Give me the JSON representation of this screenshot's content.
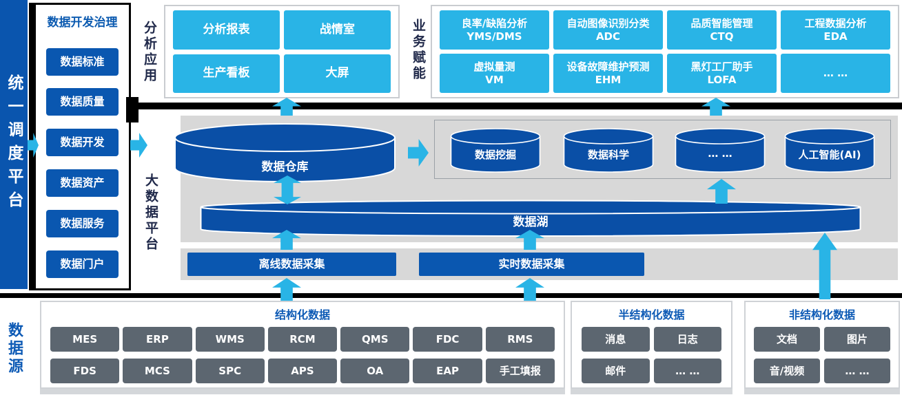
{
  "scheduler": {
    "label": "统一调度平台"
  },
  "governance": {
    "title": "数据开发治理",
    "items": [
      "数据标准",
      "数据质量",
      "数据开发",
      "数据资产",
      "数据服务",
      "数据门户"
    ]
  },
  "analytics": {
    "label": "分析应用",
    "items": [
      "分析报表",
      "战情室",
      "生产看板",
      "大屏"
    ]
  },
  "business": {
    "label": "业务赋能",
    "items": [
      {
        "name": "良率/缺陷分析",
        "code": "YMS/DMS"
      },
      {
        "name": "自动图像识别分类",
        "code": "ADC"
      },
      {
        "name": "品质智能管理",
        "code": "CTQ"
      },
      {
        "name": "工程数据分析",
        "code": "EDA"
      },
      {
        "name": "虚拟量测",
        "code": "VM"
      },
      {
        "name": "设备故障维护预测",
        "code": "EHM"
      },
      {
        "name": "黑灯工厂助手",
        "code": "LOFA"
      },
      {
        "name": "… …",
        "code": ""
      }
    ]
  },
  "platform": {
    "label": "大数据平台",
    "warehouse": "数据仓库",
    "lake": "数据湖",
    "services": [
      "数据挖掘",
      "数据科学",
      "… …",
      "人工智能(AI)"
    ],
    "collect_offline": "离线数据采集",
    "collect_realtime": "实时数据采集"
  },
  "sources": {
    "label": "数据源",
    "structured": {
      "title": "结构化数据",
      "row1": [
        "MES",
        "ERP",
        "WMS",
        "RCM",
        "QMS",
        "FDC",
        "RMS"
      ],
      "row2": [
        "FDS",
        "MCS",
        "SPC",
        "APS",
        "OA",
        "EAP",
        "手工填报"
      ]
    },
    "semi": {
      "title": "半结构化数据",
      "row1": [
        "消息",
        "日志"
      ],
      "row2": [
        "邮件",
        "… …"
      ]
    },
    "unstructured": {
      "title": "非结构化数据",
      "row1": [
        "文档",
        "图片"
      ],
      "row2": [
        "音/视频",
        "… …"
      ]
    }
  },
  "colors": {
    "primary_blue": "#0a57b0",
    "cylinder_blue": "#0a4fa6",
    "accent_cyan": "#29b4e6",
    "platform_gray": "#d8d8d8",
    "source_slate": "#5c6670",
    "title_blue": "#0d5ab5",
    "label_navy": "#20294a",
    "separator_black": "#000000"
  }
}
